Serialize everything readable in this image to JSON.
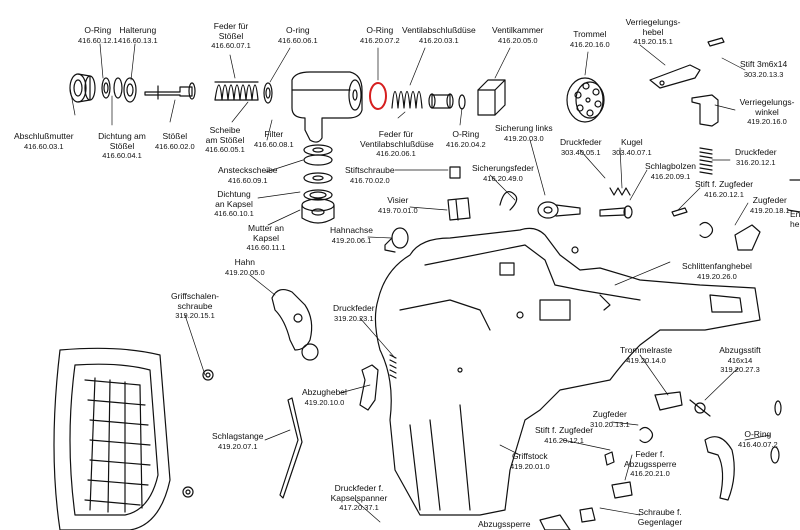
{
  "colors": {
    "ink": "#111111",
    "highlight": "#d61f1f",
    "background": "#ffffff"
  },
  "parts": [
    {
      "id": "oring_top_1",
      "name": "O-Ring",
      "code": "416.60.12.1"
    },
    {
      "id": "halterung",
      "name": "Halterung",
      "code": "416.60.13.1"
    },
    {
      "id": "feder_stoessel",
      "name": "Feder für Stößel",
      "code": "416.60.07.1"
    },
    {
      "id": "oring_top_2",
      "name": "O-ring",
      "code": "416.60.06.1"
    },
    {
      "id": "oring_red",
      "name": "O-Ring",
      "code": "416.20.07.2"
    },
    {
      "id": "ventilabschlussduese_top",
      "name": "Ventilabschlußdüse",
      "code": "416.20.03.1"
    },
    {
      "id": "ventilkammer",
      "name": "Ventilkammer",
      "code": "416.20.05.0"
    },
    {
      "id": "trommel",
      "name": "Trommel",
      "code": "416.20.16.0"
    },
    {
      "id": "verriegelungshebel",
      "name": "Verriegelungs-hebel",
      "code": "419.20.15.1"
    },
    {
      "id": "stift_3m6x14",
      "name": "Stift 3m6x14",
      "code": "303.20.13.3"
    },
    {
      "id": "verriegelungswinkel",
      "name": "Verriegelungs-winkel",
      "code": "419.20.16.0"
    },
    {
      "id": "abschlussmutter",
      "name": "Abschlußmutter",
      "code": "416.60.03.1"
    },
    {
      "id": "dichtung_stoessel",
      "name": "Dichtung am Stößel",
      "code": "416.60.04.1"
    },
    {
      "id": "stoessel",
      "name": "Stößel",
      "code": "416.60.02.0"
    },
    {
      "id": "scheibe_stoessel",
      "name": "Scheibe am Stößel",
      "code": "416.60.05.1"
    },
    {
      "id": "filter",
      "name": "Filter",
      "code": "416.60.08.1"
    },
    {
      "id": "feder_ventilabschluss",
      "name": "Feder für Ventilabschlußdüse",
      "code": "416.20.06.1"
    },
    {
      "id": "oring_mid",
      "name": "O-Ring",
      "code": "416.20.04.2"
    },
    {
      "id": "sicherung_links",
      "name": "Sicherung links",
      "code": "419.20.03.0"
    },
    {
      "id": "druckfeder_top",
      "name": "Druckfeder",
      "code": "303.40.05.1"
    },
    {
      "id": "kugel",
      "name": "Kugel",
      "code": "303.40.07.1"
    },
    {
      "id": "druckfeder_right",
      "name": "Druckfeder",
      "code": "316.20.12.1"
    },
    {
      "id": "ansteckscheibe",
      "name": "Ansteckscheibe",
      "code": "416.60.09.1"
    },
    {
      "id": "stiftschraube",
      "name": "Stiftschraube",
      "code": "416.70.02.0"
    },
    {
      "id": "sicherungsfeder",
      "name": "Sicherungsfeder",
      "code": "416.20.49.0"
    },
    {
      "id": "schlagbolzen",
      "name": "Schlagbolzen",
      "code": "416.20.09.1"
    },
    {
      "id": "stift_zugfeder_top",
      "name": "Stift f. Zugfeder",
      "code": "416.20.12.1"
    },
    {
      "id": "dichtung_kapsel",
      "name": "Dichtung an Kapsel",
      "code": "416.60.10.1"
    },
    {
      "id": "visier",
      "name": "Visier",
      "code": "419.70.01.0"
    },
    {
      "id": "zugfeder_right",
      "name": "Zugfeder",
      "code": "419.20.18.1"
    },
    {
      "id": "mutter_kapsel",
      "name": "Mutter an Kapsel",
      "code": "416.60.11.1"
    },
    {
      "id": "hahnachse",
      "name": "Hahnachse",
      "code": "419.20.06.1"
    },
    {
      "id": "schlittenfanghebel",
      "name": "Schlittenfanghebel",
      "code": "419.20.26.0"
    },
    {
      "id": "hahn",
      "name": "Hahn",
      "code": "419.20.05.0"
    },
    {
      "id": "griffschalenschraube",
      "name": "Griffschalen-schraube",
      "code": "319.20.15.1"
    },
    {
      "id": "druckfeder_mid",
      "name": "Druckfeder",
      "code": "319.20.23.1"
    },
    {
      "id": "trommelraste",
      "name": "Trommelraste",
      "code": "419.20.14.0"
    },
    {
      "id": "abzugsstift",
      "name": "Abzugsstift",
      "code": "416x14 319.20.27.3"
    },
    {
      "id": "abzughebel",
      "name": "Abzughebel",
      "code": "419.20.10.0"
    },
    {
      "id": "zugfeder_bottom",
      "name": "Zugfeder",
      "code": "310.20.13.1"
    },
    {
      "id": "schlagstange",
      "name": "Schlagstange",
      "code": "419.20.07.1"
    },
    {
      "id": "stift_zugfeder_bottom",
      "name": "Stift f. Zugfeder",
      "code": "416.20.12.1"
    },
    {
      "id": "oring_bottom",
      "name": "O-Ring",
      "code": "416.40.07.2"
    },
    {
      "id": "griffstock",
      "name": "Griffstock",
      "code": "419.20.01.0"
    },
    {
      "id": "feder_abzugssperre",
      "name": "Feder f. Abzugssperre",
      "code": "416.20.21.0"
    },
    {
      "id": "druckfeder_kapselspanner",
      "name": "Druckfeder f. Kapselspanner",
      "code": "417.20.37.1"
    },
    {
      "id": "abzugssperre",
      "name": "Abzugssperre",
      "code": ""
    },
    {
      "id": "schraube_gegenlager",
      "name": "Schraube f. Gegenlager",
      "code": ""
    }
  ],
  "partial_labels": [
    {
      "id": "edge_right_1",
      "text": "En"
    },
    {
      "id": "edge_right_2",
      "text": "he"
    }
  ]
}
